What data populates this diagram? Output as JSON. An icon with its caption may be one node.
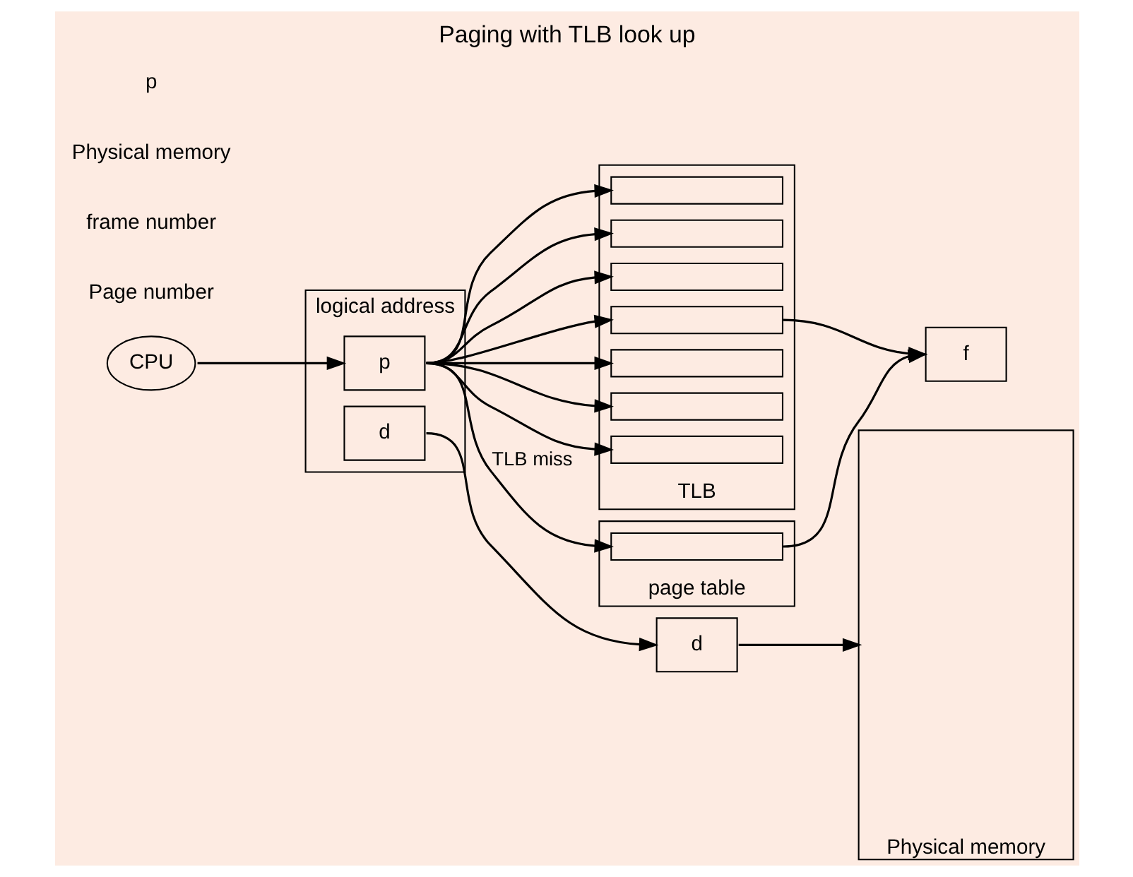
{
  "diagram": {
    "title": "Paging with TLB look up",
    "nodes": [
      {
        "text": [
          "CPU"
        ]
      },
      {
        "text": [
          "logical address"
        ]
      },
      {
        "text": [
          "p"
        ],
        "in": 1
      },
      {
        "text": [
          "d"
        ],
        "in": 1
      },
      {
        "text": [
          "TLB"
        ]
      },
      {
        "text": [],
        "shape": "box",
        "in": 4
      },
      {
        "text": [],
        "shape": "box",
        "in": 4
      },
      {
        "text": [],
        "shape": "box",
        "in": 4
      },
      {
        "text": [],
        "shape": "box",
        "in": 4
      },
      {
        "text": [],
        "shape": "box",
        "in": 4
      },
      {
        "text": [],
        "shape": "box",
        "in": 4
      },
      {
        "text": [],
        "shape": "box",
        "in": 4
      },
      {
        "text": [
          "f"
        ]
      },
      {
        "text": [
          "d"
        ]
      },
      {
        "text": [
          "page table"
        ]
      },
      {
        "text": [],
        "shape": "box",
        "in": 14
      },
      {
        "text": [
          "Physical memory"
        ]
      }
    ],
    "edges": [
      {
        "from": 0,
        "to": 2,
        "arrow": "to"
      },
      {
        "from": 3,
        "to": 13,
        "arrow": "to"
      },
      {
        "from": 2,
        "to": 5,
        "arrow": "to"
      },
      {
        "from": 2,
        "to": 6,
        "arrow": "to"
      },
      {
        "from": 2,
        "to": 7,
        "arrow": "to"
      },
      {
        "from": 2,
        "to": 8,
        "arrow": "to"
      },
      {
        "from": 2,
        "to": 9,
        "arrow": "to"
      },
      {
        "from": 2,
        "to": 10,
        "arrow": "to"
      },
      {
        "from": 2,
        "to": 11,
        "arrow": "to"
      },
      {
        "from": 8,
        "to": 12,
        "arrow": "to"
      },
      {
        "from": 2,
        "to": 15,
        "arrow": "to",
        "label": "TLB miss"
      },
      {
        "from": 15,
        "to": 12,
        "arrow": "to"
      },
      {
        "from": 13,
        "to": 16,
        "arrow": "to"
      }
    ],
    "labels": [
      "Page number",
      "frame number",
      "Physical memory",
      "p"
    ]
  }
}
